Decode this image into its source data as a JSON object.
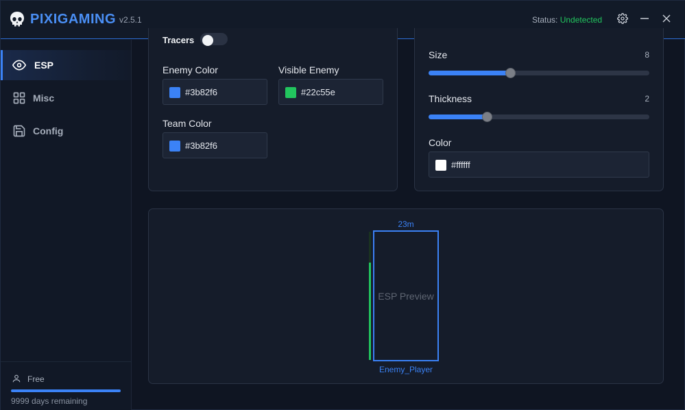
{
  "header": {
    "app_name": "PIXIGAMING",
    "version": "v2.5.1",
    "status_label": "Status:",
    "status_value": "Undetected",
    "status_color": "#22c55e",
    "icons": [
      "skull-icon",
      "gear-icon",
      "minimize-icon",
      "close-icon"
    ]
  },
  "sidebar": {
    "items": [
      {
        "label": "ESP",
        "icon": "eye-icon",
        "active": true
      },
      {
        "label": "Misc",
        "icon": "grid-icon",
        "active": false
      },
      {
        "label": "Config",
        "icon": "save-icon",
        "active": false
      }
    ],
    "footer": {
      "plan": "Free",
      "remaining": "9999 days remaining",
      "progress": 1.0
    }
  },
  "esp_settings": {
    "tracers_label": "Tracers",
    "tracers_enabled": false,
    "enemy_color_label": "Enemy Color",
    "enemy_color": "#3b82f6",
    "visible_enemy_label": "Visible Enemy",
    "visible_enemy_color": "#22c55e",
    "team_color_label": "Team Color",
    "team_color": "#3b82f6"
  },
  "crosshair": {
    "size_label": "Size",
    "size_value": "8",
    "size_fraction": 0.37,
    "thickness_label": "Thickness",
    "thickness_value": "2",
    "thickness_fraction": 0.265,
    "color_label": "Color",
    "color": "#ffffff"
  },
  "preview": {
    "label": "ESP Preview",
    "distance": "23m",
    "player_name": "Enemy_Player",
    "box_color": "#3b82f6",
    "health_fraction": 0.76
  }
}
